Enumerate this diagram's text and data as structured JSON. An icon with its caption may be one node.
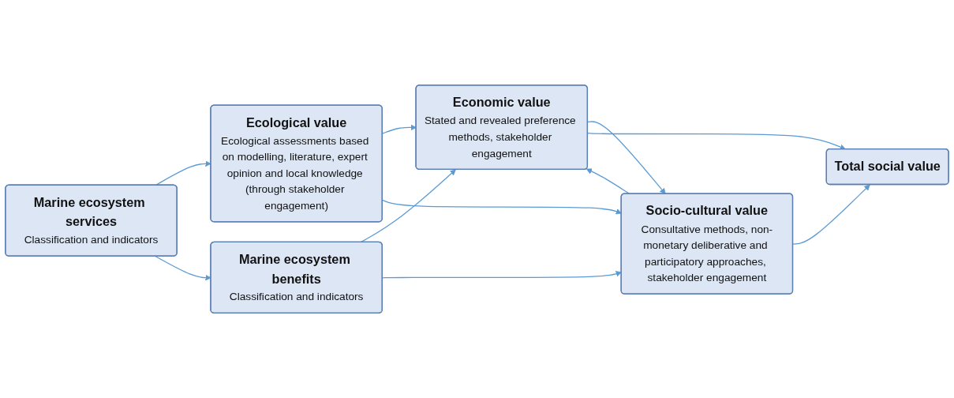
{
  "diagram": {
    "nodes": [
      {
        "text": [
          "Marine ecosystem services",
          "Classification and indicators"
        ]
      },
      {
        "text": [
          "Ecological value",
          "Ecological assessments based on modelling, literature, expert opinion and local knowledge (through stakeholder engagement)"
        ]
      },
      {
        "text": [
          "Marine ecosystem benefits",
          "Classification and indicators"
        ]
      },
      {
        "text": [
          "Economic value",
          "Stated and revealed preference methods, stakeholder engagement"
        ]
      },
      {
        "text": [
          "Socio-cultural value",
          "Consultative methods, non-monetary deliberative and participatory approaches, stakeholder engagement"
        ]
      },
      {
        "text": [
          "Total social value"
        ]
      }
    ],
    "edges": [
      {
        "from": 0,
        "to": 1,
        "arrow": "to"
      },
      {
        "from": 0,
        "to": 2,
        "arrow": "to"
      },
      {
        "from": 1,
        "to": 3,
        "arrow": "to"
      },
      {
        "from": 1,
        "to": 4,
        "arrow": "to"
      },
      {
        "from": 2,
        "to": 3,
        "arrow": "to"
      },
      {
        "from": 2,
        "to": 4,
        "arrow": "to"
      },
      {
        "from": 3,
        "to": 4,
        "arrow": "to"
      },
      {
        "from": 4,
        "to": 3,
        "arrow": "to"
      },
      {
        "from": 3,
        "to": 5,
        "arrow": "to"
      },
      {
        "from": 4,
        "to": 5,
        "arrow": "to"
      }
    ]
  }
}
